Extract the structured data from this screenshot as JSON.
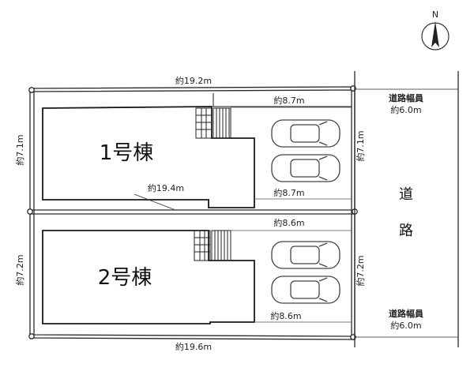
{
  "compass": {
    "north_label": "N"
  },
  "plot_1": {
    "building_label": "1号棟",
    "top_width": "約19.2m",
    "left_depth": "約7.1m",
    "right_depth": "約7.1m",
    "inner_width": "約19.4m",
    "parking_top": "約8.7m",
    "parking_bottom": "約8.7m"
  },
  "plot_2": {
    "building_label": "2号棟",
    "bottom_width": "約19.6m",
    "left_depth": "約7.2m",
    "right_depth": "約7.2m",
    "parking_top": "約8.6m",
    "parking_bottom": "約8.6m"
  },
  "road": {
    "label_line1": "道",
    "label_line2": "路",
    "width_title_top": "道路幅員",
    "width_value_top": "約6.0m",
    "width_title_bottom": "道路幅員",
    "width_value_bottom": "約6.0m"
  },
  "colors": {
    "line": "#2a2a2a",
    "ink": "#222222",
    "car": "#444444"
  }
}
